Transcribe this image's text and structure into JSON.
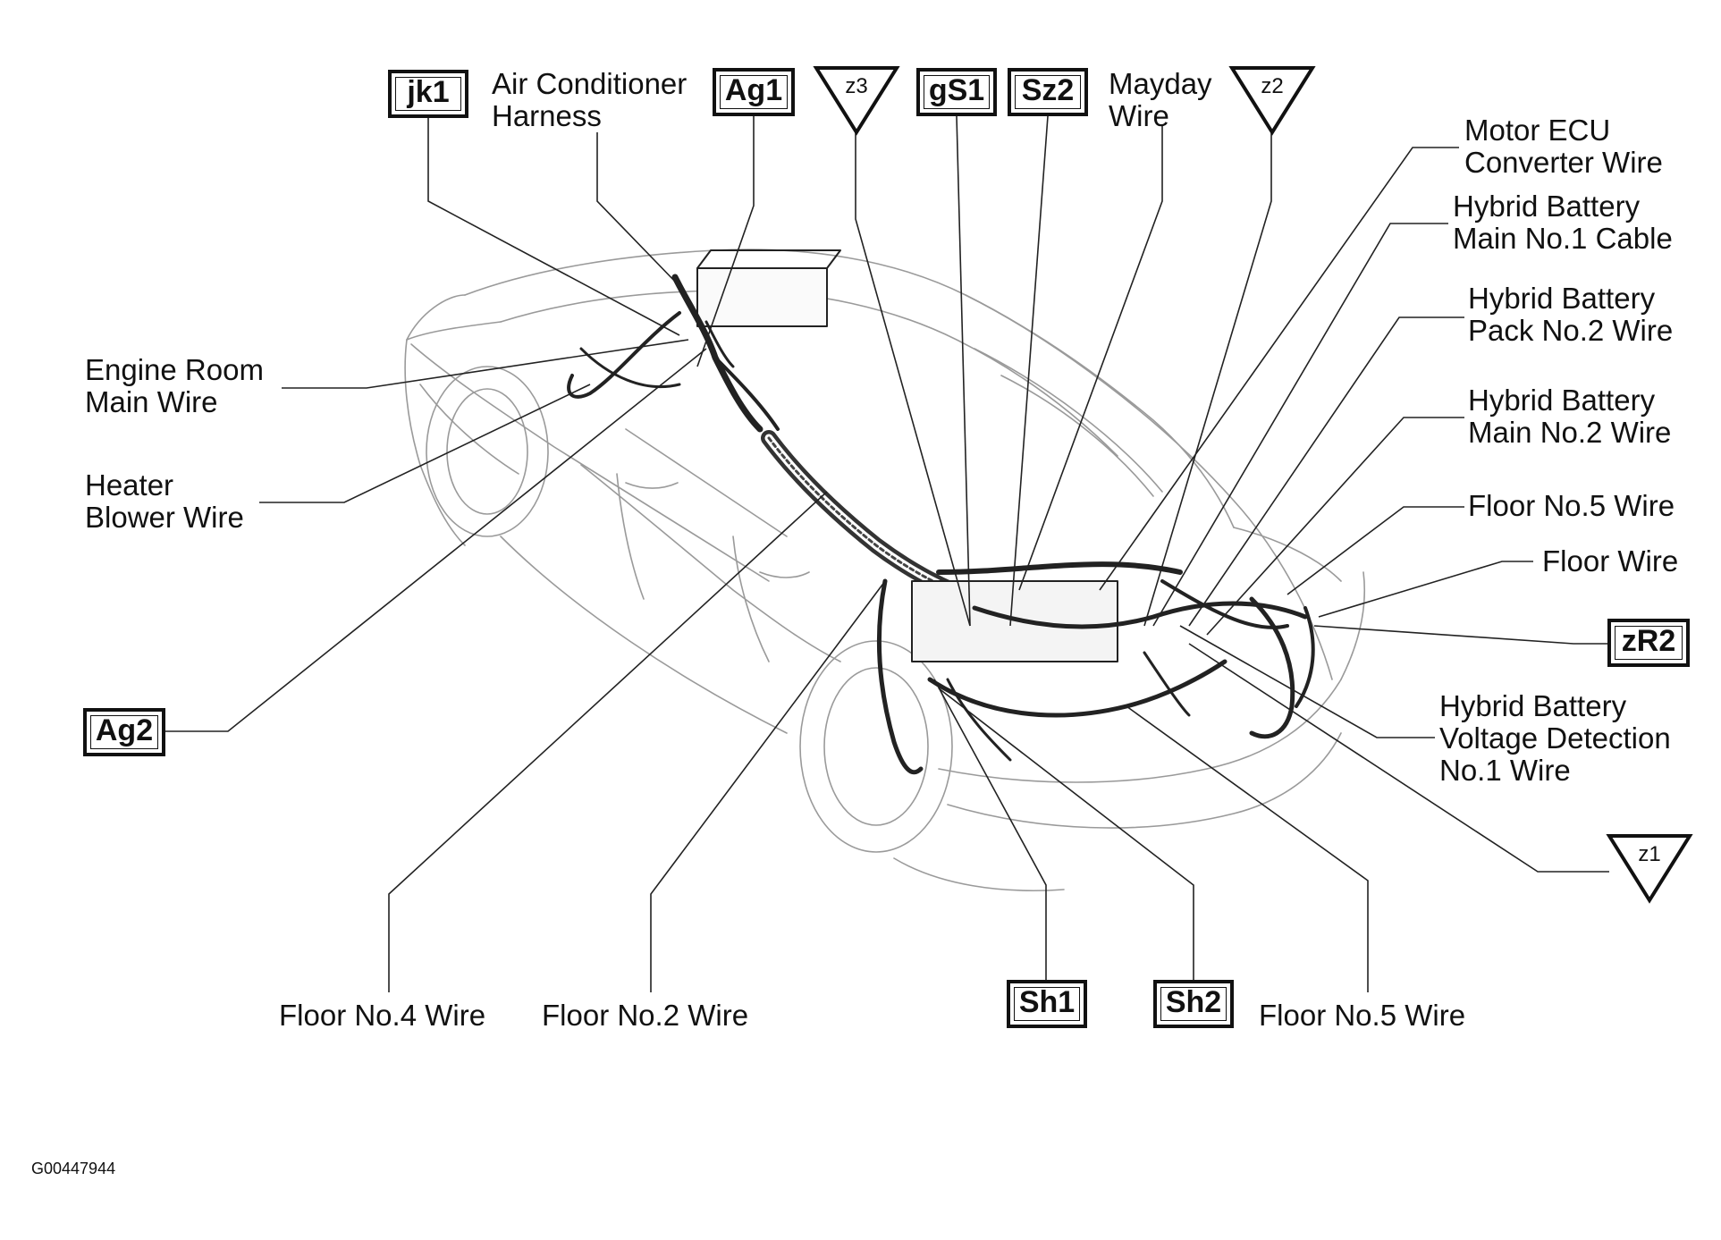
{
  "figure_id": "G00447944",
  "labels": {
    "air_conditioner_harness": [
      "Air Conditioner",
      "Harness"
    ],
    "mayday_wire": [
      "Mayday",
      "Wire"
    ],
    "motor_ecu_converter_wire": [
      "Motor ECU",
      "Converter Wire"
    ],
    "hybrid_battery_main_no1_cable": [
      "Hybrid Battery",
      "Main No.1 Cable"
    ],
    "hybrid_battery_pack_no2_wire": [
      "Hybrid Battery",
      "Pack No.2 Wire"
    ],
    "hybrid_battery_main_no2_wire": [
      "Hybrid Battery",
      "Main No.2 Wire"
    ],
    "floor_no5_wire_right": "Floor No.5 Wire",
    "floor_wire": "Floor Wire",
    "hybrid_battery_voltage_detection": [
      "Hybrid Battery",
      "Voltage Detection",
      "No.1 Wire"
    ],
    "engine_room_main_wire": [
      "Engine Room",
      "Main Wire"
    ],
    "heater_blower_wire": [
      "Heater",
      "Blower Wire"
    ],
    "floor_no4_wire": "Floor No.4 Wire",
    "floor_no2_wire": "Floor No.2 Wire",
    "floor_no5_wire_bottom": "Floor No.5 Wire"
  },
  "connectors": {
    "jk1": "jk1",
    "ag1": "Ag1",
    "gs1": "gS1",
    "sz2": "Sz2",
    "ag2": "Ag2",
    "zr2": "zR2",
    "sh1": "Sh1",
    "sh2": "Sh2"
  },
  "grounds": {
    "z3": "z3",
    "z2": "z2",
    "z1": "z1"
  }
}
